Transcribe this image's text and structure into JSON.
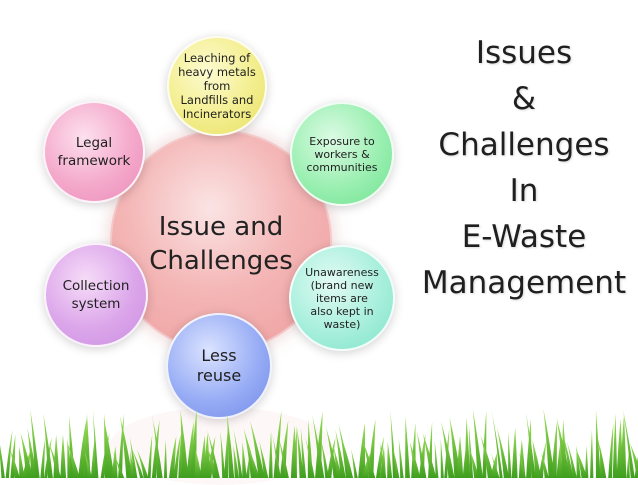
{
  "center": {
    "label": "Issue and\nChallenges",
    "color": "#ee9d9d"
  },
  "nodes": {
    "top": {
      "label": "Leaching of\nheavy metals\nfrom\nLandfills and\nIncinerators",
      "color": "#f3ee8e"
    },
    "right_upper": {
      "label": "Exposure to\nworkers &\ncommunities",
      "color": "#9aefb1"
    },
    "right_lower": {
      "label": "Unawareness\n(brand new\nitems are\nalso kept in\nwaste)",
      "color": "#a8efdc"
    },
    "bottom": {
      "label": "Less\nreuse",
      "color": "#98adf5"
    },
    "left_lower": {
      "label": "Collection\nsystem",
      "color": "#dca6ea"
    },
    "left_upper": {
      "label": "Legal\nframework",
      "color": "#f4a9cb"
    }
  },
  "title": {
    "lines": [
      "Issues",
      "&",
      "Challenges",
      "In",
      "E-Waste",
      "Management"
    ]
  },
  "decor": {
    "grass_color": "#5cc02e"
  }
}
